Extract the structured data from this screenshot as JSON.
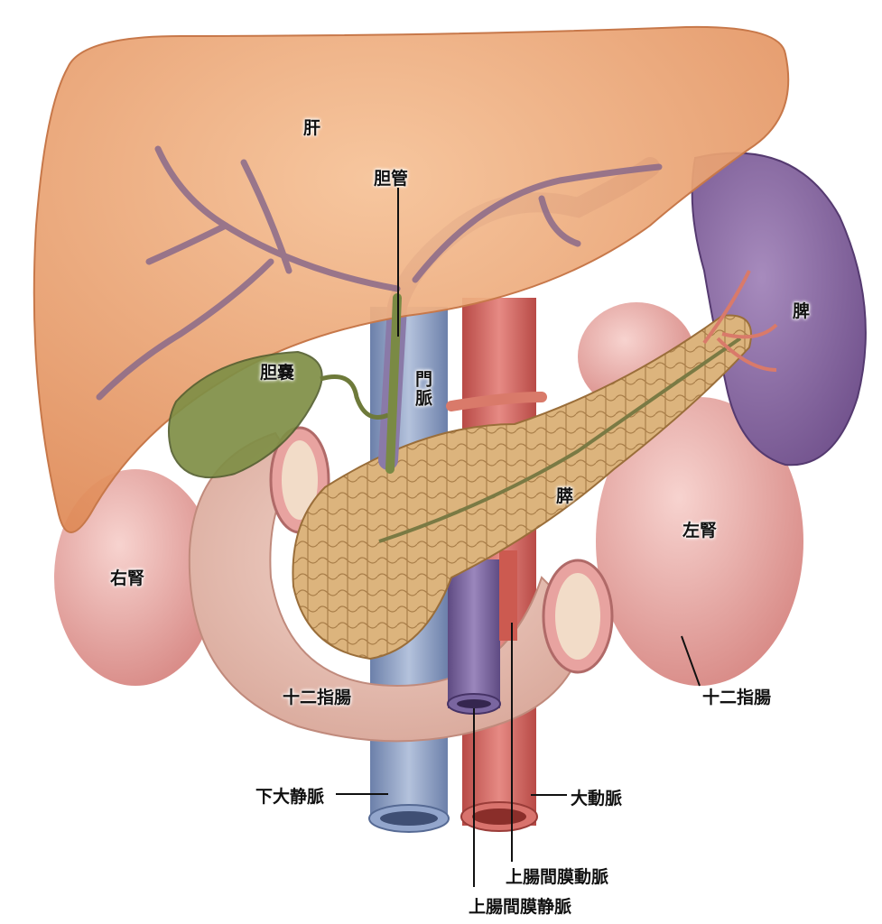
{
  "labels": {
    "liver": "肝",
    "bile_duct": "胆管",
    "gallbladder": "胆嚢",
    "portal_vein": "門脈",
    "spleen": "脾",
    "pancreas": "膵",
    "left_kidney": "左腎",
    "right_kidney": "右腎",
    "duodenum_center": "十二指腸",
    "duodenum_right": "十二指腸",
    "ivc": "下大静脈",
    "aorta": "大動脈",
    "sma": "上腸間膜動脈",
    "smv": "上腸間膜静脈"
  },
  "colors": {
    "liver": "#e9a06c",
    "spleen": "#8a6aa0",
    "pancreas": "#d9b27a",
    "kidney": "#e8a8a2",
    "duodenum": "#e9c1b4",
    "aorta": "#d1605a",
    "ivc": "#8aa0c8",
    "portal_vein": "#8a7aa8",
    "gallbladder": "#7a8a4a"
  }
}
